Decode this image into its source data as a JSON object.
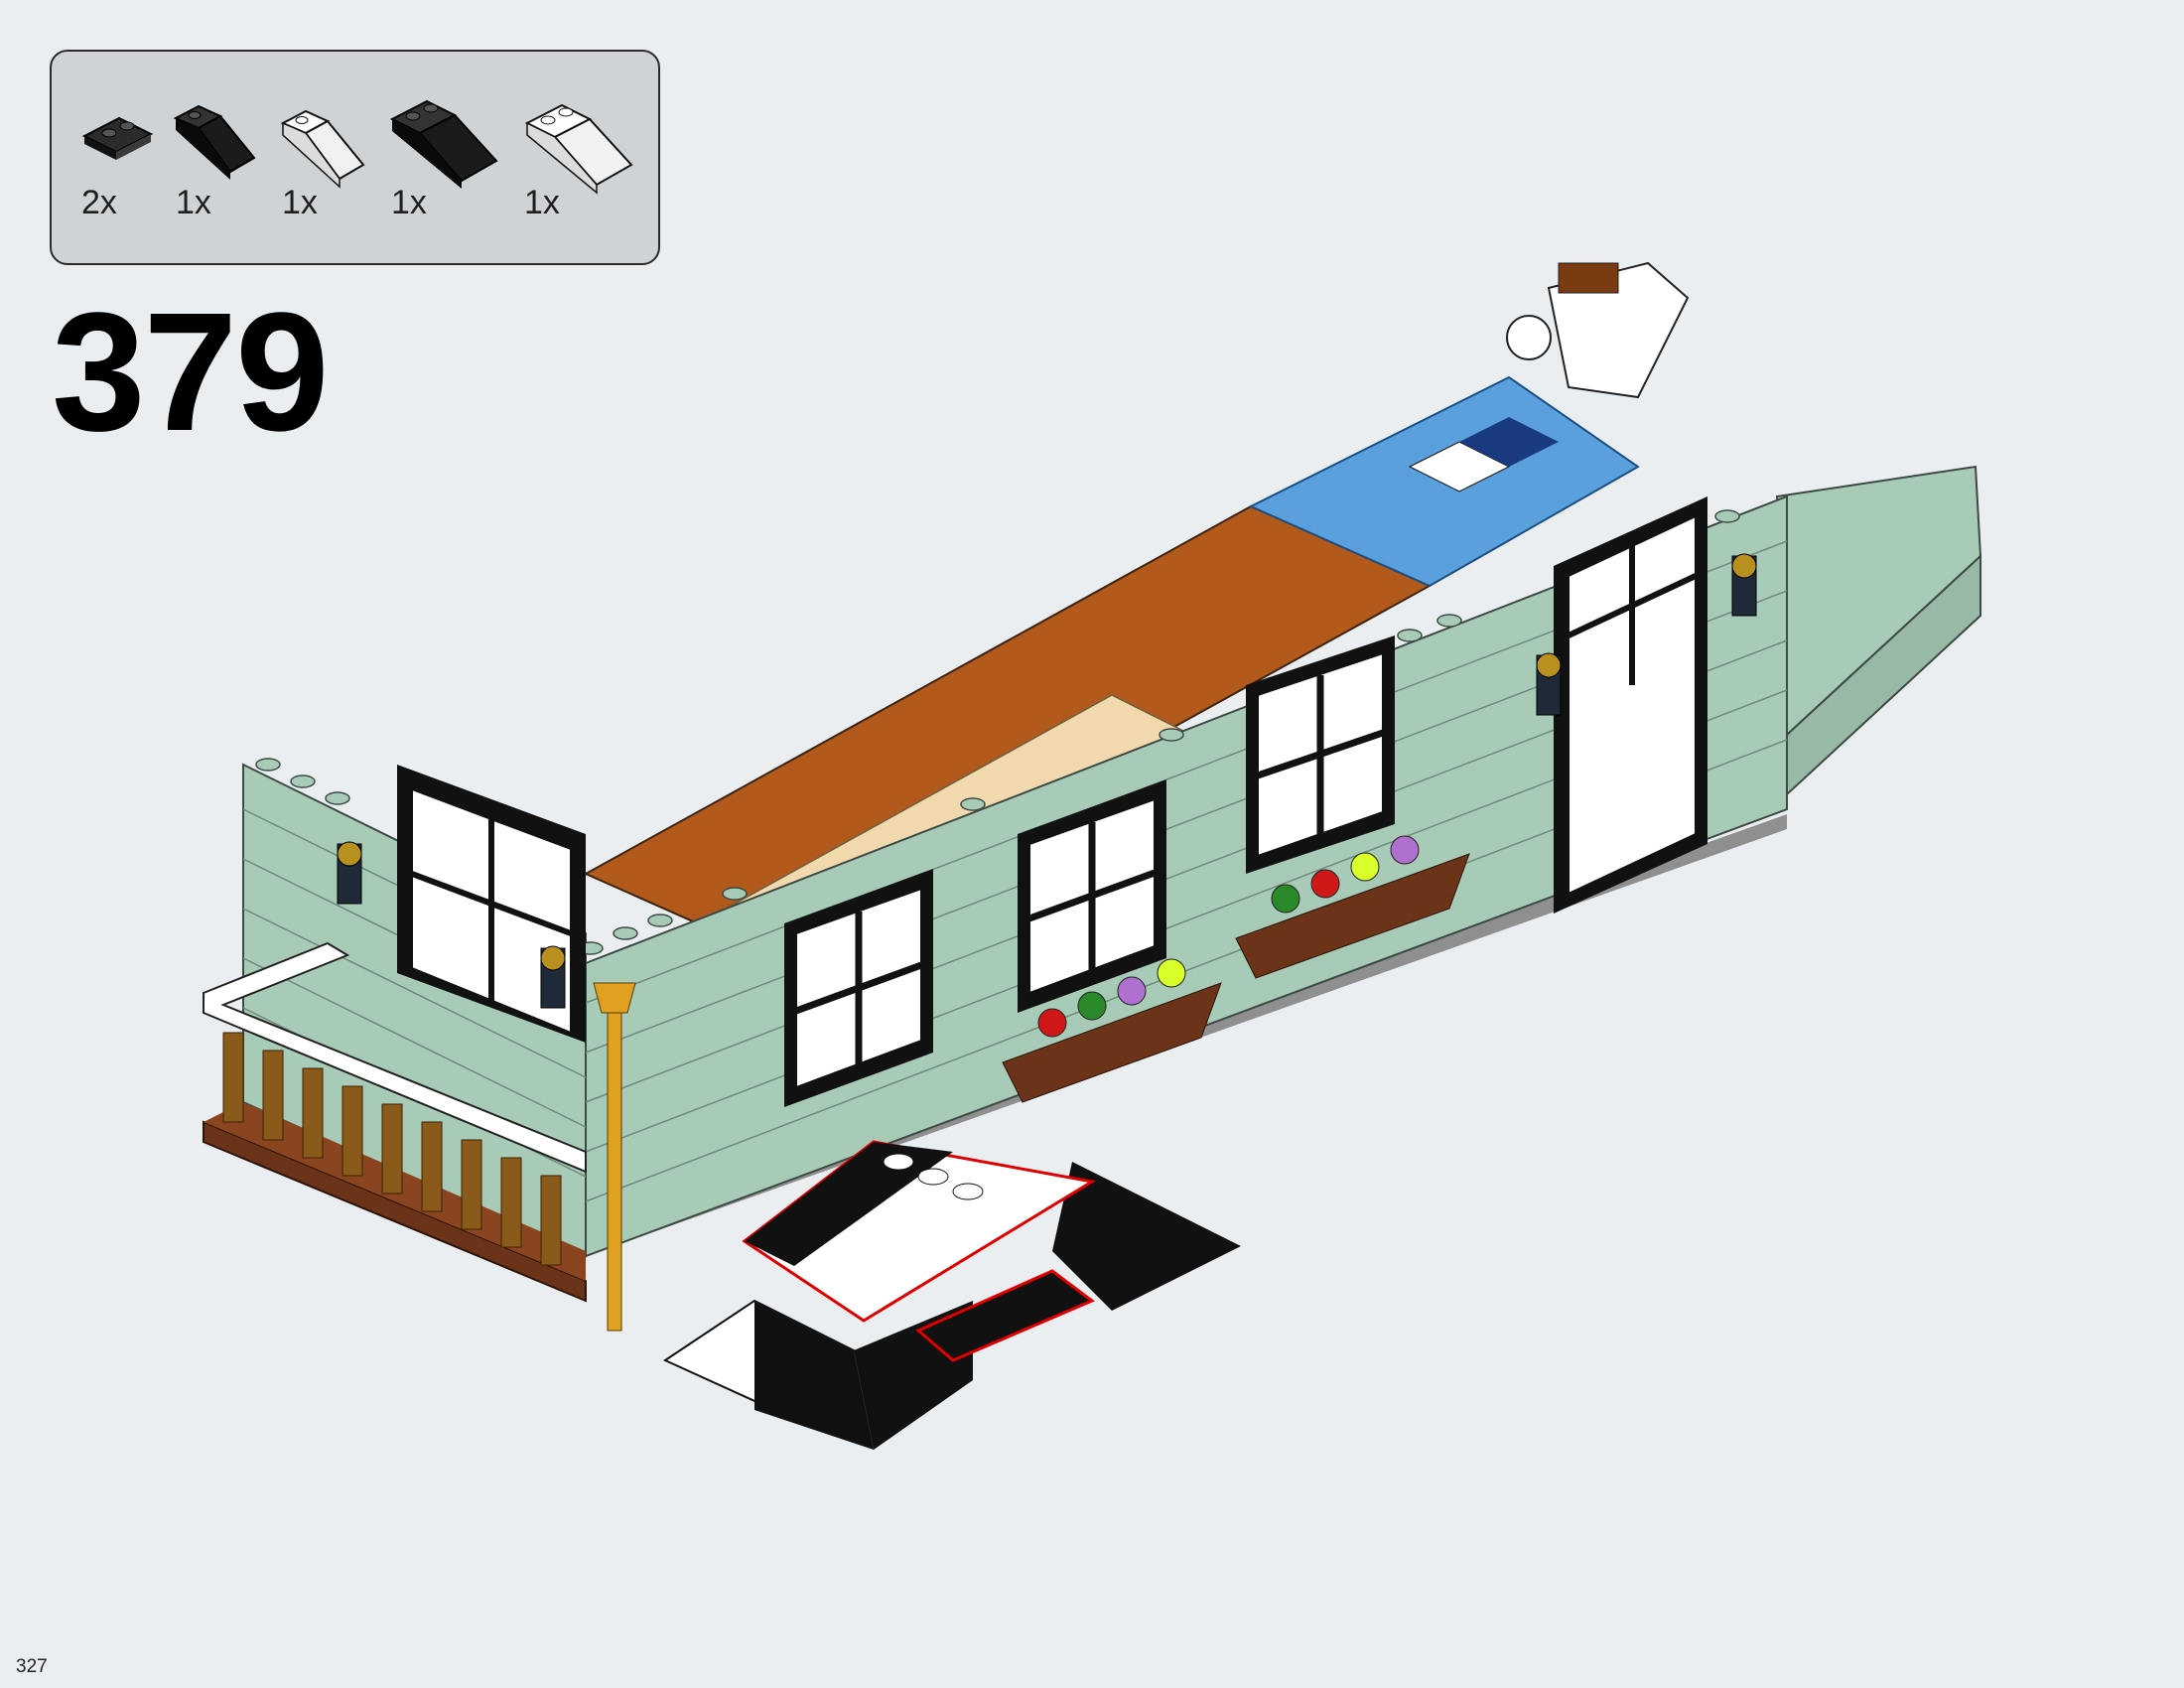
{
  "parts_callout": {
    "items": [
      {
        "part": "black-plate-1x2",
        "quantity": "2x"
      },
      {
        "part": "black-slope-2x1",
        "quantity": "1x"
      },
      {
        "part": "white-slope-2x1",
        "quantity": "1x"
      },
      {
        "part": "black-slope-2x2",
        "quantity": "1x"
      },
      {
        "part": "white-slope-2x2",
        "quantity": "1x"
      }
    ]
  },
  "step": {
    "number": "379"
  },
  "page": {
    "number": "327"
  },
  "colors": {
    "background": "#eaeef1",
    "callout_background": "#cfd3d6",
    "sand_green": "#a8cbb7",
    "highlight_outline": "#e00000"
  }
}
